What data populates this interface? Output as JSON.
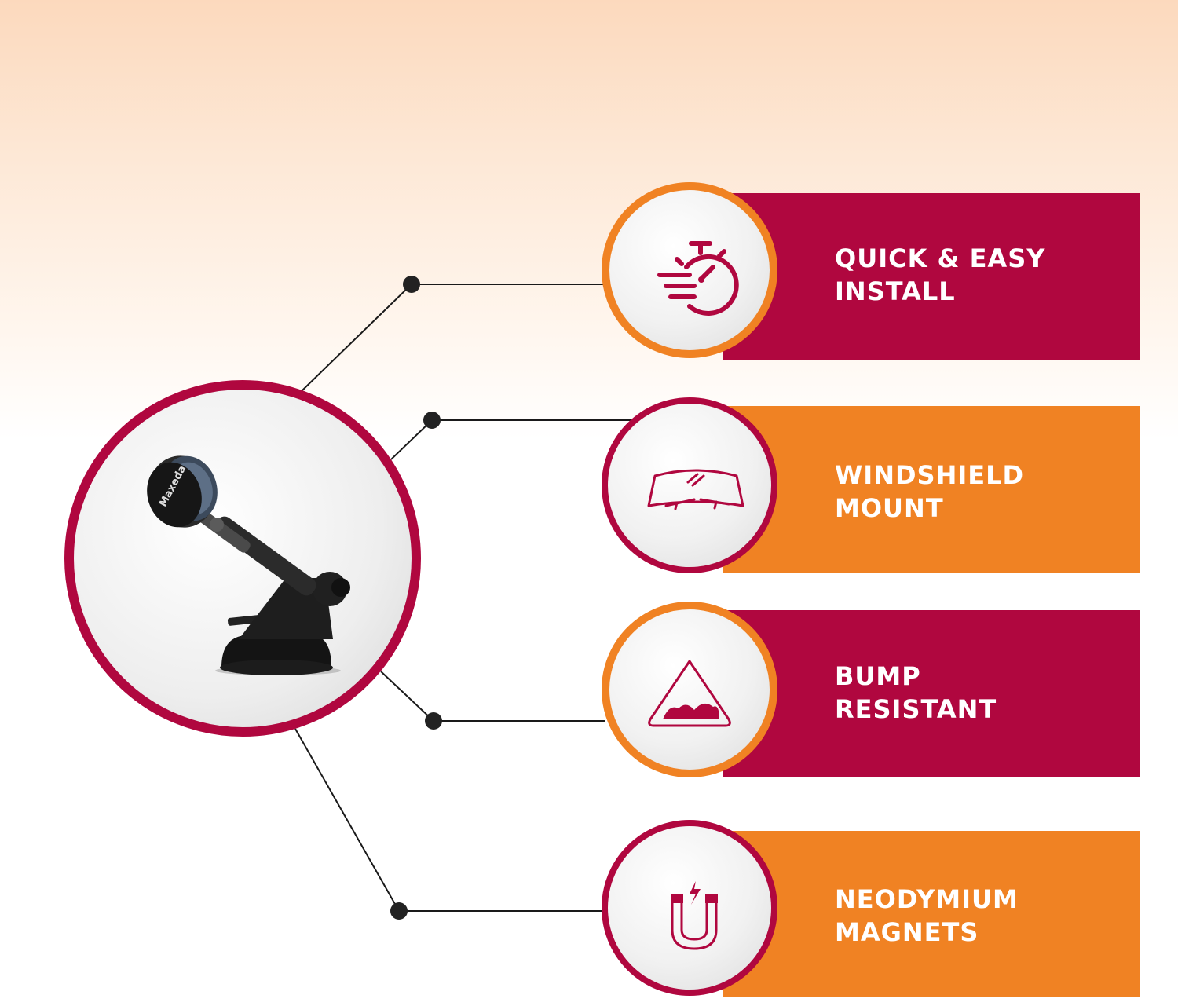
{
  "colors": {
    "crimson": "#b0073f",
    "orange": "#f08223",
    "connector": "#1a1a1a"
  },
  "product": {
    "brand_logo": "Maxeda",
    "image": "magnetic-car-phone-mount"
  },
  "features": [
    {
      "label": "QUICK & EASY\nINSTALL",
      "icon": "stopwatch-speed-icon",
      "banner_color": "crimson",
      "ring_color": "orange"
    },
    {
      "label": "WINDSHIELD\nMOUNT",
      "icon": "windshield-icon",
      "banner_color": "orange",
      "ring_color": "crimson"
    },
    {
      "label": "BUMP\nRESISTANT",
      "icon": "bump-road-sign-icon",
      "banner_color": "crimson",
      "ring_color": "orange"
    },
    {
      "label": "NEODYMIUM\nMAGNETS",
      "icon": "horseshoe-magnet-icon",
      "banner_color": "orange",
      "ring_color": "crimson"
    }
  ]
}
